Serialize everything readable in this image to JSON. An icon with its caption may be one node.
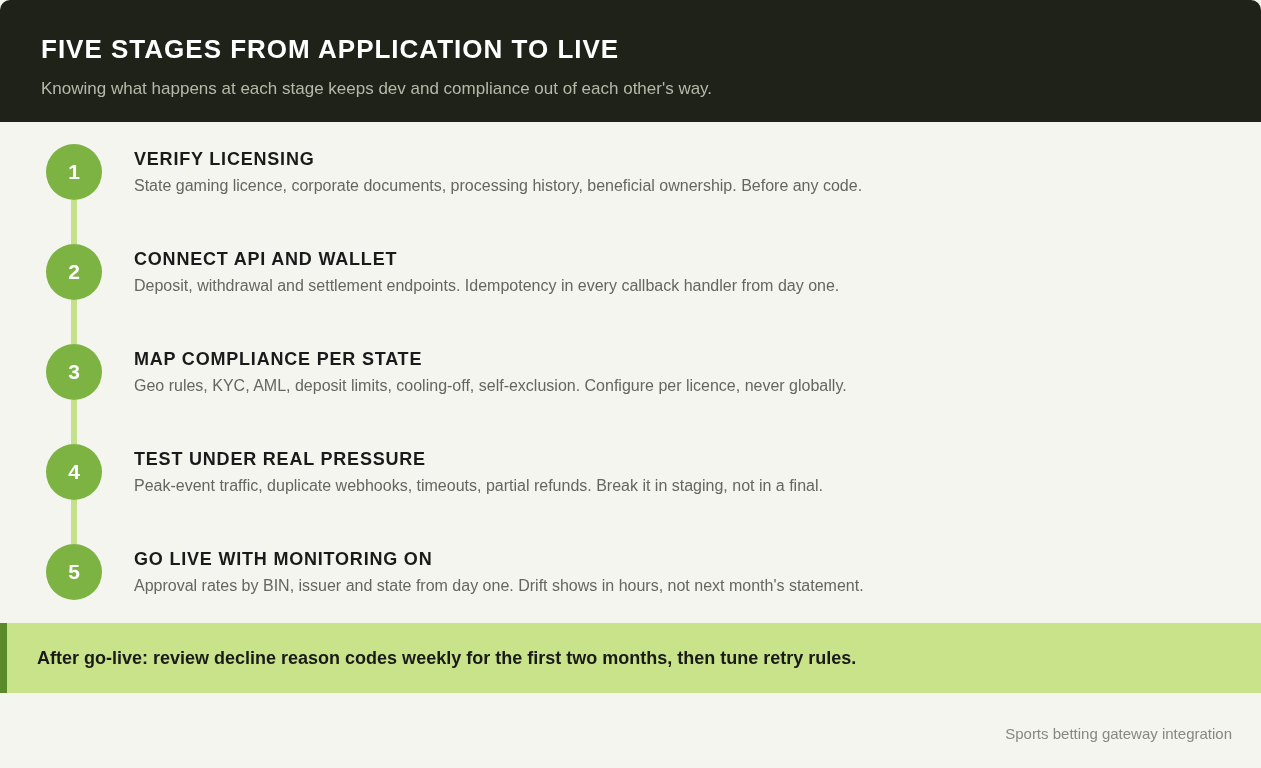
{
  "diagram": {
    "title": "FIVE STAGES FROM APPLICATION TO LIVE",
    "nodes": [
      {
        "text": [
          "1"
        ],
        "beside": [
          "VERIFY LICENSING",
          "State gaming licence, corporate documents, processing history, beneficial ownership. Before any code."
        ]
      },
      {
        "text": [
          "2"
        ],
        "beside": [
          "CONNECT API AND WALLET",
          "Deposit, withdrawal and settlement endpoints. Idempotency in every callback handler from day one."
        ]
      },
      {
        "text": [
          "3"
        ],
        "beside": [
          "MAP COMPLIANCE PER STATE",
          "Geo rules, KYC, AML, deposit limits, cooling-off, self-exclusion. Configure per licence, never globally."
        ]
      },
      {
        "text": [
          "4"
        ],
        "beside": [
          "TEST UNDER REAL PRESSURE",
          "Peak-event traffic, duplicate webhooks, timeouts, partial refunds. Break it in staging, not in a final."
        ]
      },
      {
        "text": [
          "5"
        ],
        "beside": [
          "GO LIVE WITH MONITORING ON",
          "Approval rates by BIN, issuer and state from day one. Drift shows in hours, not next month's statement."
        ]
      }
    ],
    "edges": [
      {
        "from": 0,
        "to": 1,
        "arrow": "none"
      },
      {
        "from": 1,
        "to": 2,
        "arrow": "none"
      },
      {
        "from": 2,
        "to": 3,
        "arrow": "none"
      },
      {
        "from": 3,
        "to": 4,
        "arrow": "none"
      }
    ],
    "labels": [
      "Knowing what happens at each stage keeps dev and compliance out of each other's way.",
      "After go-live: review decline reason codes weekly for the first two months, then tune retry rules.",
      "Sports betting gateway integration"
    ]
  }
}
